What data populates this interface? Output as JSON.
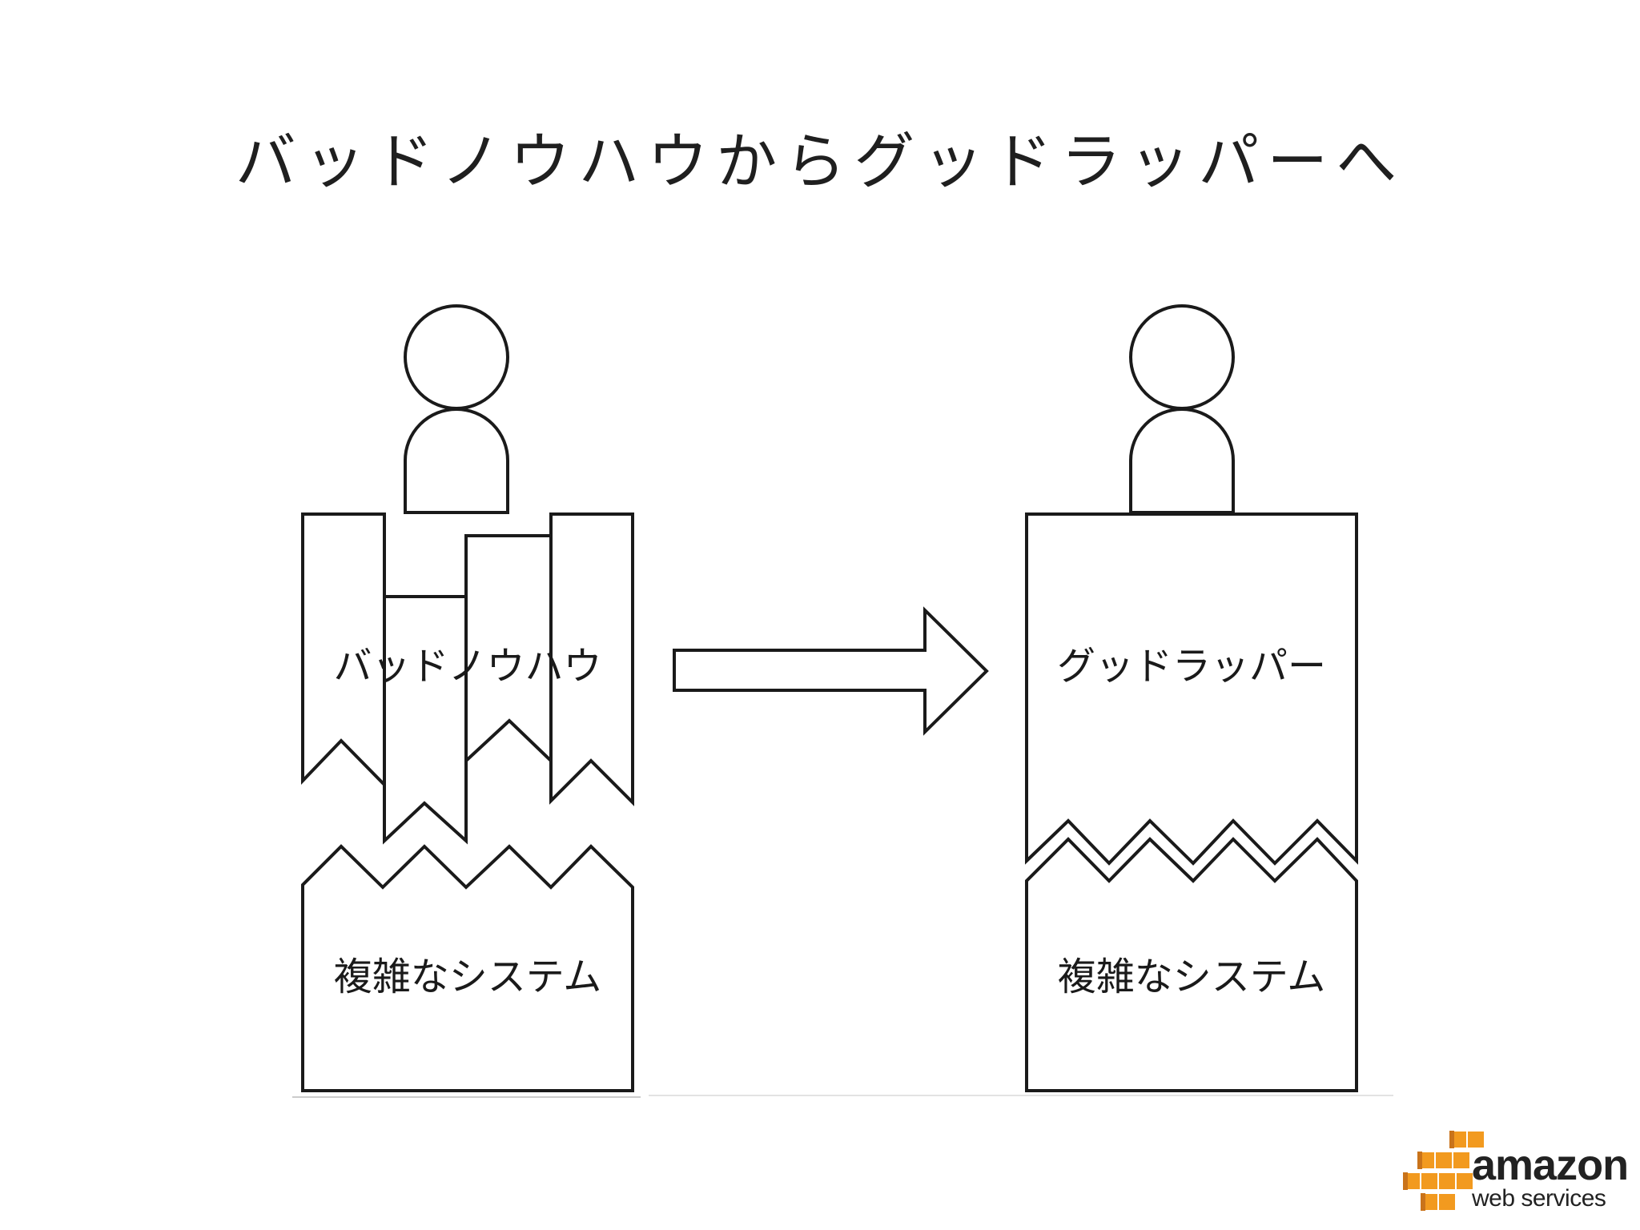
{
  "slide": {
    "title": "バッドノウハウからグッドラッパーへ"
  },
  "diagram": {
    "left": {
      "top_label": "バッドノウハウ",
      "bottom_label": "複雑なシステム"
    },
    "right": {
      "top_label": "グッドラッパー",
      "bottom_label": "複雑なシステム"
    },
    "arrow_icon": "right-arrow-icon",
    "person_icon": "person-icon"
  },
  "logo": {
    "word": "amazon",
    "sub": "web services",
    "accent_color": "#f29a1f"
  }
}
